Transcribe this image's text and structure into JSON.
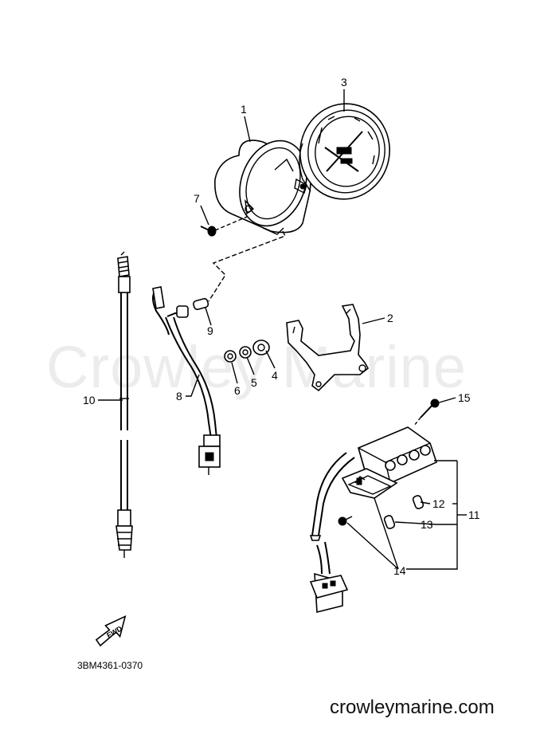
{
  "watermark": "Crowley Marine",
  "footer_url": "crowleymarine.com",
  "diagram_code": "3BM4361-0370",
  "fwd_label": "FWD",
  "callouts": {
    "c1": "1",
    "c2": "2",
    "c3": "3",
    "c4": "4",
    "c5": "5",
    "c6": "6",
    "c7": "7",
    "c8": "8",
    "c9": "9",
    "c10": "10",
    "c11": "11",
    "c12": "12",
    "c13": "13",
    "c14": "14",
    "c15": "15"
  }
}
